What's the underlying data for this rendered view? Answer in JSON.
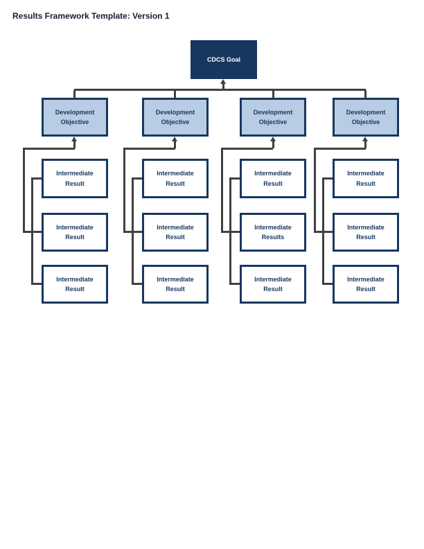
{
  "page": {
    "title": "Results Framework Template: Version 1"
  },
  "goal": {
    "label": "CDCS Goal"
  },
  "columns": [
    {
      "objective": "Development Objective",
      "results": [
        "Intermediate Result",
        "Intermediate Result",
        "Intermediate Result"
      ]
    },
    {
      "objective": "Development Objective",
      "results": [
        "Intermediate Result",
        "Intermediate Result",
        "Intermediate Result"
      ]
    },
    {
      "objective": "Development Objective",
      "results": [
        "Intermediate Result",
        "Intermediate Results",
        "Intermediate Result"
      ]
    },
    {
      "objective": "Development Objective",
      "results": [
        "Intermediate Result",
        "Intermediate Result",
        "Intermediate Result"
      ]
    }
  ],
  "icons": {
    "connector_arrowhead": "arrow-up"
  },
  "colors": {
    "navy": "#17375e",
    "light_blue": "#b8cce4",
    "line": "#404040",
    "goal_text": "#ffffff",
    "title_text": "#161d33",
    "page_bg": "#ffffff"
  }
}
